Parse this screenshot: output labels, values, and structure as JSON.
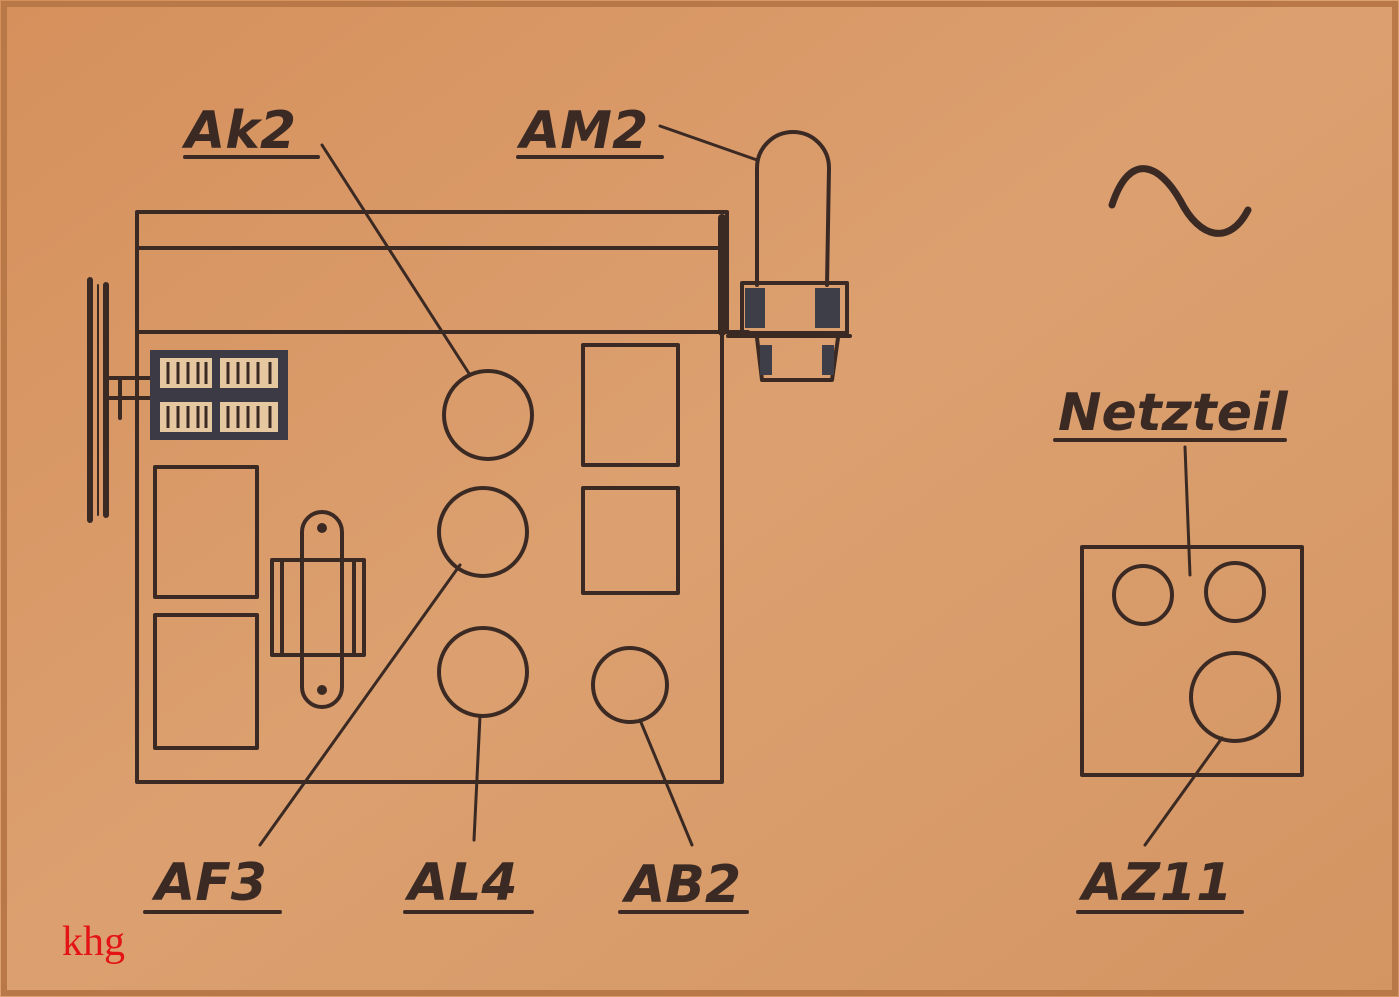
{
  "labels": {
    "ak2": "Ak2",
    "am2": "AM2",
    "af3": "AF3",
    "al4": "AL4",
    "ab2": "AB2",
    "netzteil": "Netzteil",
    "az11": "AZ11"
  },
  "symbol": "ac-tilde",
  "watermark": "khg",
  "colors": {
    "paper": "#d99a68",
    "ink": "#3b2a24",
    "watermark": "#e41414"
  }
}
